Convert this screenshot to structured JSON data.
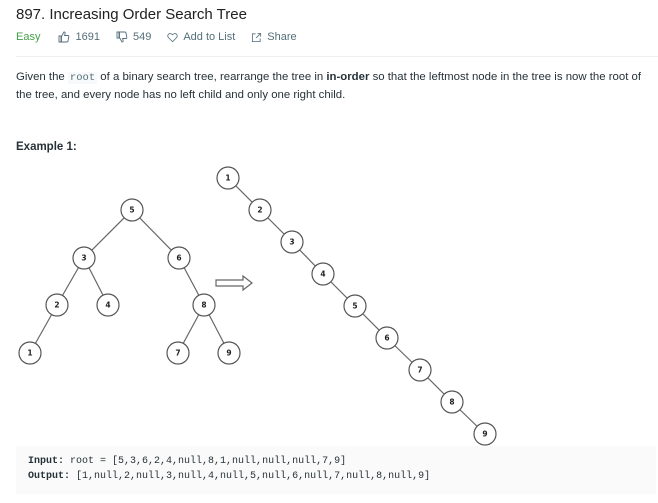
{
  "problem": {
    "title": "897. Increasing Order Search Tree",
    "difficulty": "Easy",
    "likes": "1691",
    "dislikes": "549",
    "add_to_list": "Add to List",
    "share": "Share",
    "like-icon": "thumbs-up-icon",
    "dislike-icon": "thumbs-down-icon",
    "list-icon": "heart-icon",
    "share-icon": "share-icon",
    "difficulty_color": "#43a047"
  },
  "description": {
    "part1": "Given the ",
    "code": "root",
    "part2": " of a binary search tree, rearrange the tree in ",
    "bold": "in-order",
    "part3": " so that the leftmost node in the tree is now the root of the tree, and every node has no left child and only one right child."
  },
  "example": {
    "heading": "Example 1:",
    "input_label": "Input:",
    "input_value": "root = [5,3,6,2,4,null,8,1,null,null,null,7,9]",
    "output_label": "Output:",
    "output_value": "[1,null,2,null,3,null,4,null,5,null,6,null,7,null,8,null,9]"
  },
  "figure": {
    "input_tree": [
      "5",
      "3",
      "6",
      "2",
      "4",
      "8",
      "1",
      "7",
      "9"
    ],
    "output_tree": [
      "1",
      "2",
      "3",
      "4",
      "5",
      "6",
      "7",
      "8",
      "9"
    ]
  }
}
